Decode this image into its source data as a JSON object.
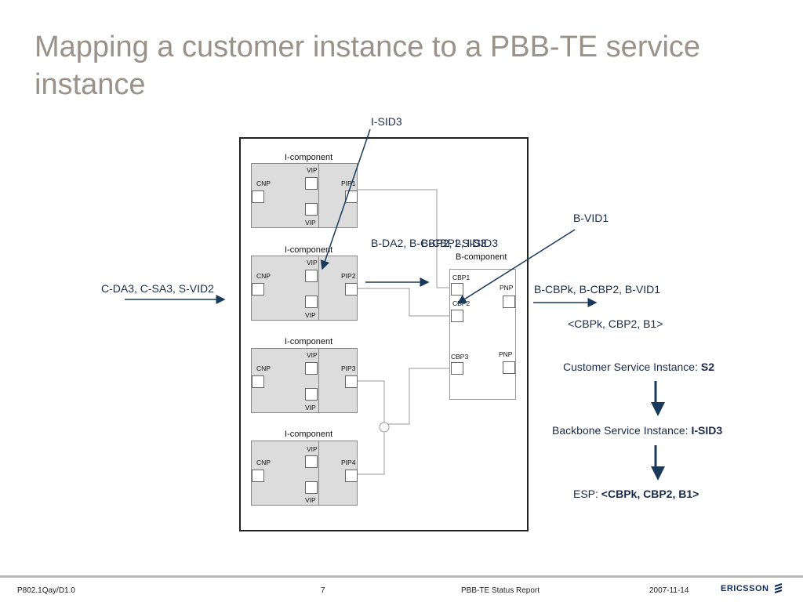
{
  "title": "Mapping a customer instance to a PBB-TE service instance",
  "diagram": {
    "isid_label": "I-SID3",
    "i_component_label": "I-component",
    "b_component_label": "B-component",
    "ports": {
      "cnp": "CNP",
      "vip": "VIP",
      "pip1": "PIP1",
      "pip2": "PIP2",
      "pip3": "PIP3",
      "pip4": "PIP4",
      "cbp1": "CBP1",
      "cbp2": "CBP2",
      "cbp3": "CBP3",
      "pnp": "PNP"
    },
    "incoming_label": "C-DA3, C-SA3, S-VID2",
    "bda_label_a": "B-DA2, B-CBP2, I-SID3",
    "bda_label_b": "B-CBP2, I-SID3",
    "bvid_label": "B-VID1",
    "outgoing_label": "B-CBPk, B-CBP2, B-VID1",
    "esp_tuple": "<CBPk, CBP2, B1>"
  },
  "mapping": {
    "customer_prefix": "Customer Service Instance: ",
    "customer_value": "S2",
    "backbone_prefix": "Backbone Service Instance: ",
    "backbone_value": "I-SID3",
    "esp_prefix": "ESP: ",
    "esp_value": "<CBPk, CBP2, B1>"
  },
  "footer": {
    "doc_id": "P802.1Qay/D1.0",
    "page": "7",
    "report": "PBB-TE Status Report",
    "date": "2007-11-14",
    "logo": "ERICSSON"
  },
  "colors": {
    "title": "#9a918a",
    "arrow": "#1a3a5c",
    "component_fill": "#dcdcdc"
  }
}
